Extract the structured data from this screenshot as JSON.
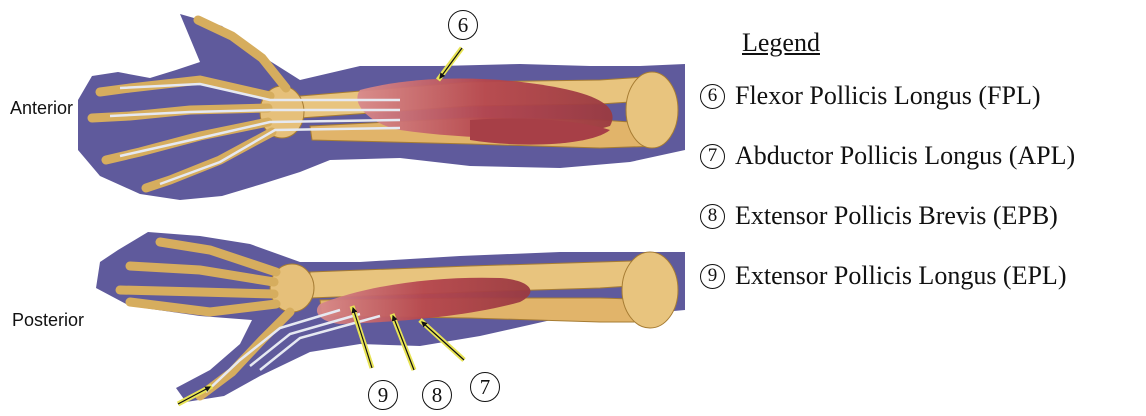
{
  "views": {
    "anterior": "Anterior",
    "posterior": "Posterior"
  },
  "legend": {
    "title": "Legend",
    "items": [
      {
        "number": "6",
        "text": "Flexor Pollicis Longus (FPL)"
      },
      {
        "number": "7",
        "text": "Abductor Pollicis Longus (APL)"
      },
      {
        "number": "8",
        "text": "Extensor Pollicis Brevis (EPB)"
      },
      {
        "number": "9",
        "text": "Extensor Pollicis Longus (EPL)"
      }
    ]
  },
  "callouts": {
    "c6": "6",
    "c7": "7",
    "c8": "8",
    "c9": "9"
  },
  "colors": {
    "background_panel": "#5f5a9c",
    "bone": "#e6c07a",
    "muscle": "#b5464e",
    "tendon": "#d8dce6",
    "arrow": "#e8e455"
  }
}
